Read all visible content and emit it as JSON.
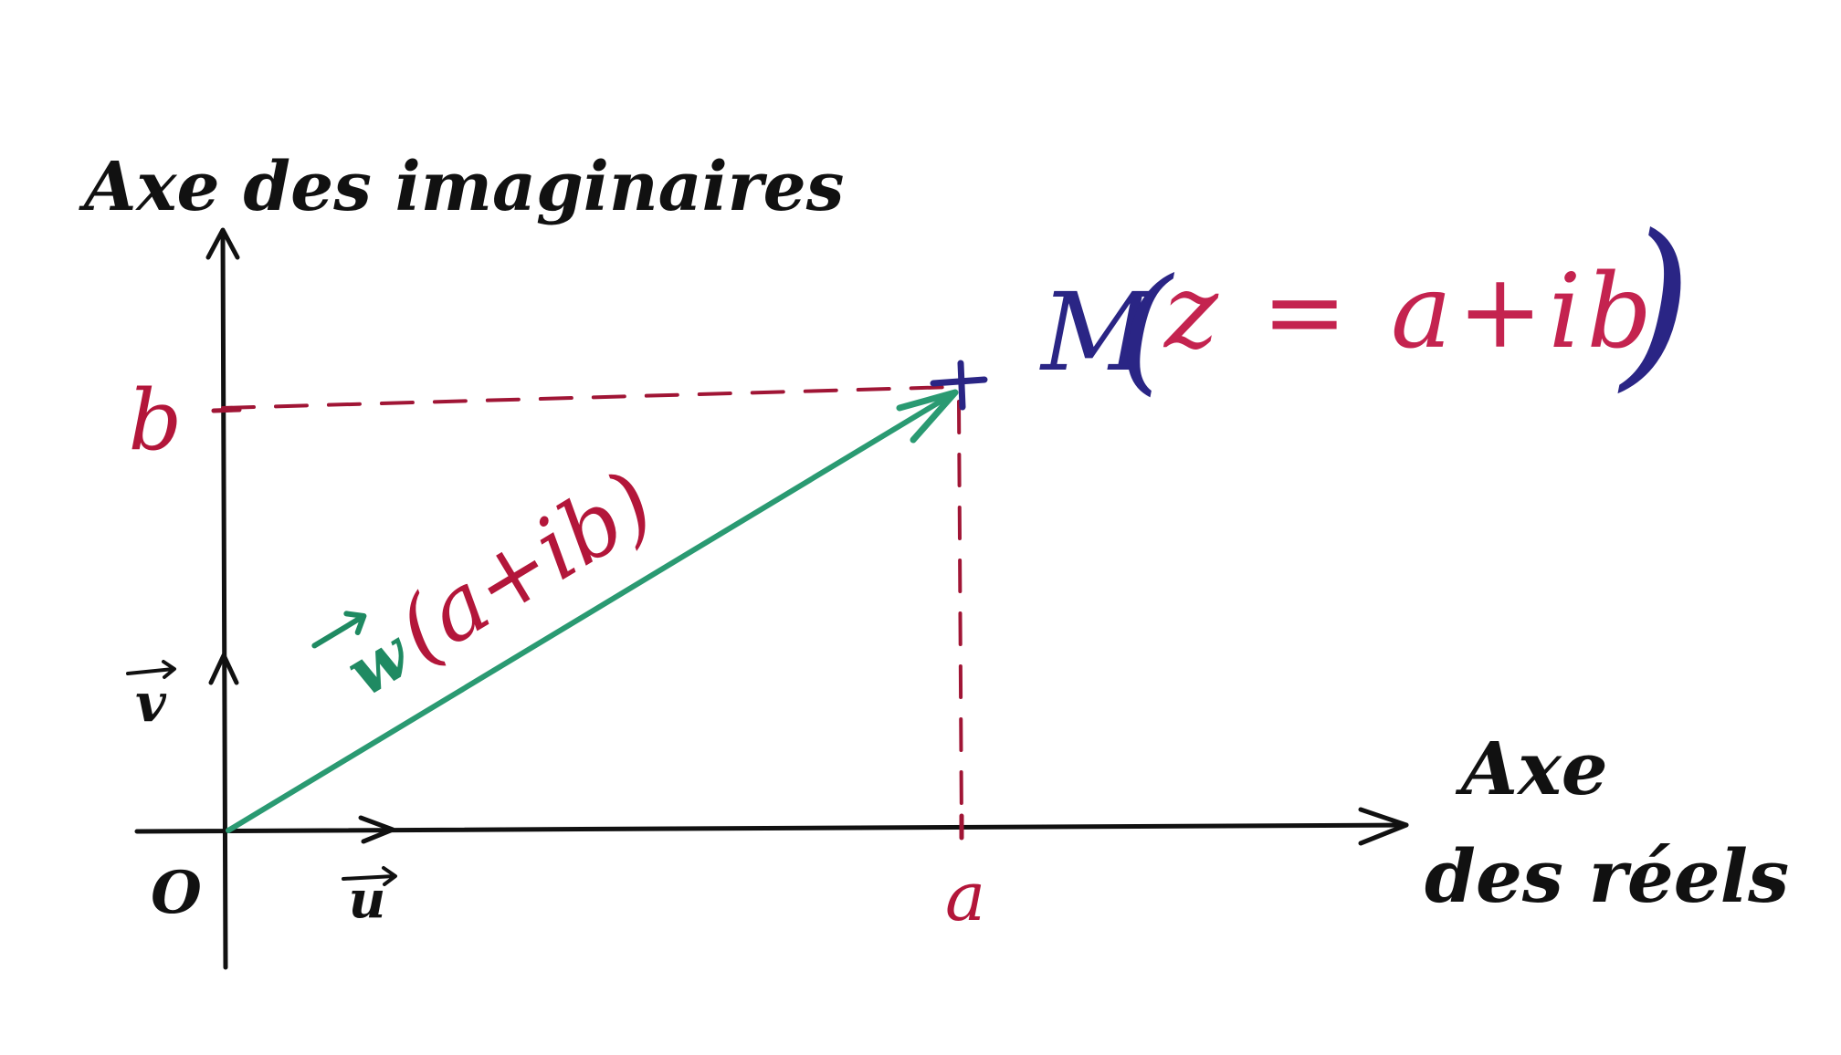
{
  "diagram": {
    "y_axis_title": "Axe des imaginaires",
    "x_axis_title_line1": "Axe",
    "x_axis_title_line2": "des réels",
    "origin_label": "O",
    "unit_vector_u_label": "u",
    "unit_vector_v_label": "v",
    "x_coordinate_label": "a",
    "y_coordinate_label": "b",
    "point": {
      "name": "M",
      "open_paren": "(",
      "expression": "z = a+ib",
      "close_paren": ")"
    },
    "vector": {
      "name": "w",
      "components": "(a+ib)"
    }
  },
  "colors": {
    "axis_ink": "#111111",
    "coordinate_red": "#b3163a",
    "point_blue": "#2a2585",
    "vector_green": "#2a9a72",
    "expression_pink": "#c4234f"
  },
  "icons": {
    "point_marker": "plus-cross-icon",
    "axis_arrowheads": "arrowhead-icon"
  }
}
